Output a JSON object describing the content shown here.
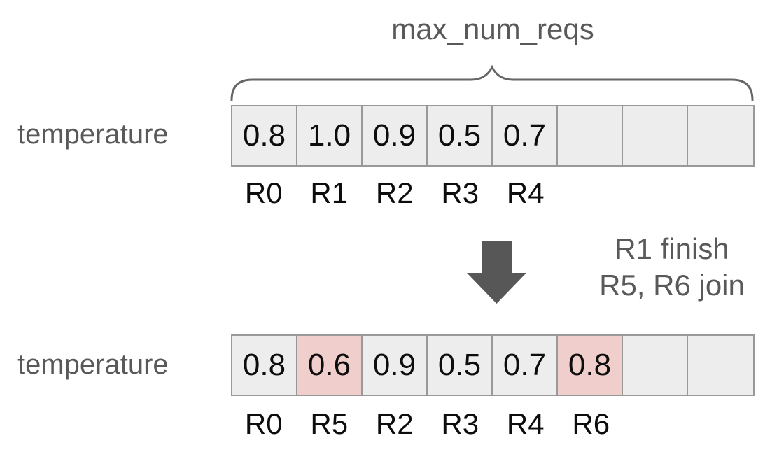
{
  "brace_label": "max_num_reqs",
  "before": {
    "row_label": "temperature",
    "cells": [
      {
        "value": "0.8",
        "changed": false
      },
      {
        "value": "1.0",
        "changed": false
      },
      {
        "value": "0.9",
        "changed": false
      },
      {
        "value": "0.5",
        "changed": false
      },
      {
        "value": "0.7",
        "changed": false
      },
      {
        "value": "",
        "changed": false
      },
      {
        "value": "",
        "changed": false
      },
      {
        "value": "",
        "changed": false
      }
    ],
    "labels": [
      "R0",
      "R1",
      "R2",
      "R3",
      "R4",
      "",
      "",
      ""
    ]
  },
  "transition": {
    "lines": [
      "R1 finish",
      "R5, R6 join"
    ]
  },
  "after": {
    "row_label": "temperature",
    "cells": [
      {
        "value": "0.8",
        "changed": false
      },
      {
        "value": "0.6",
        "changed": true
      },
      {
        "value": "0.9",
        "changed": false
      },
      {
        "value": "0.5",
        "changed": false
      },
      {
        "value": "0.7",
        "changed": false
      },
      {
        "value": "0.8",
        "changed": true
      },
      {
        "value": "",
        "changed": false
      },
      {
        "value": "",
        "changed": false
      }
    ],
    "labels": [
      "R0",
      "R5",
      "R2",
      "R3",
      "R4",
      "R6",
      "",
      ""
    ]
  },
  "colors": {
    "label_text": "#595959",
    "value_text": "#0d0d0d",
    "cell_bg": "#ededed",
    "cell_border": "#999999",
    "highlight_bg": "#f0cecb",
    "arrow": "#575757",
    "brace": "#666666"
  }
}
